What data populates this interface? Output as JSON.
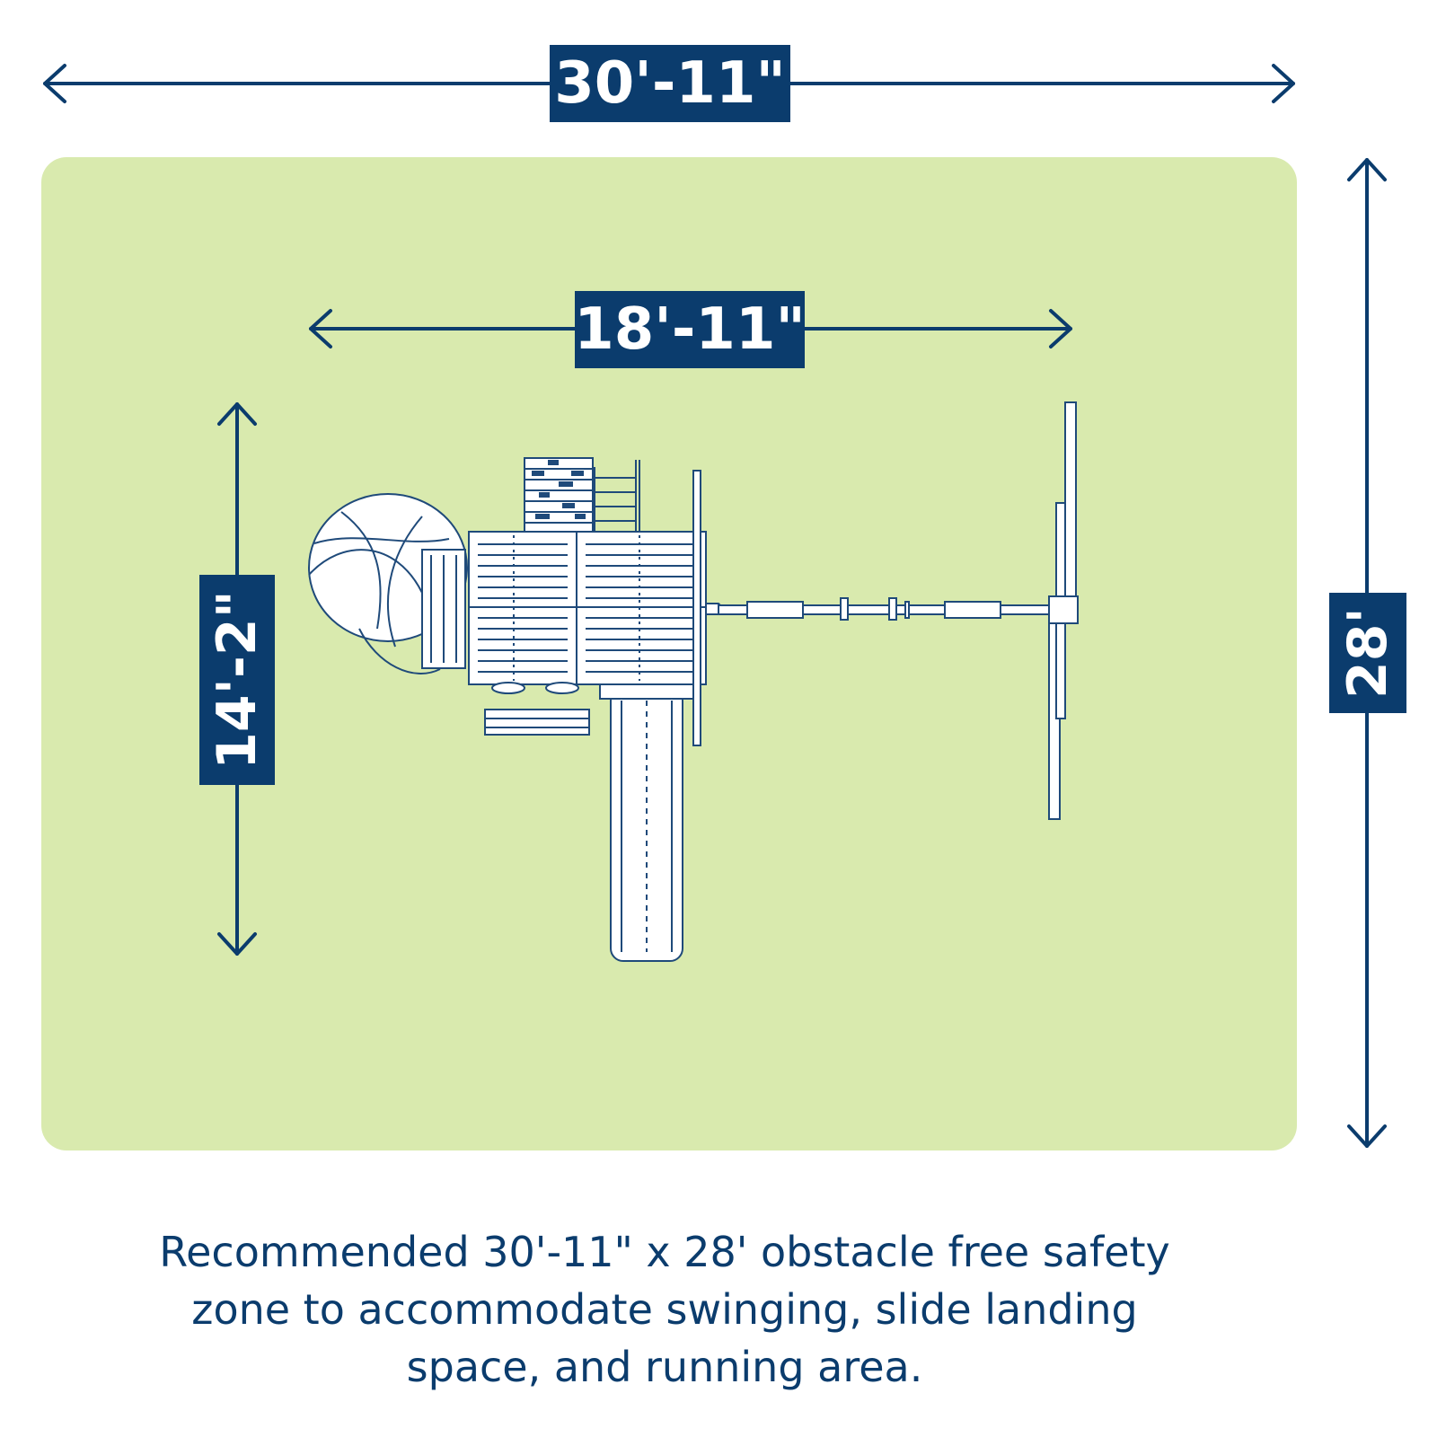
{
  "dimensions": {
    "overall_width": "30'-11\"",
    "structure_width": "18'-11\"",
    "structure_depth": "14'-2\"",
    "overall_depth": "28'"
  },
  "caption": [
    "Recommended 30'-11\" x 28' obstacle free safety",
    "zone to accommodate swinging, slide landing",
    "space, and running area."
  ],
  "colors": {
    "navy": "#0b3c6d",
    "safety_zone": "#d9eaae"
  }
}
